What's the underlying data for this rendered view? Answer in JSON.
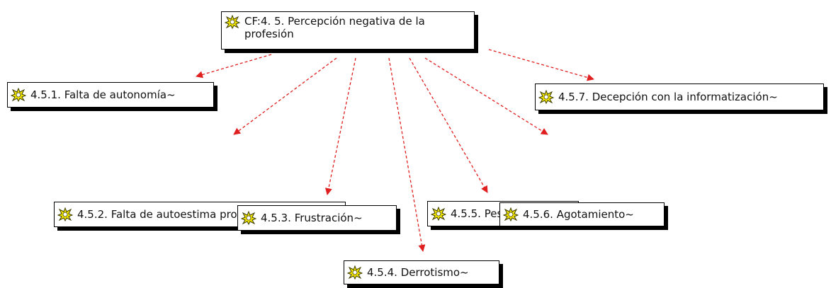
{
  "diagram": {
    "root": {
      "id": "root",
      "label": "CF:4. 5. Percepción negativa de la profesión",
      "icon": "family-code-icon"
    },
    "children": [
      {
        "id": "n1",
        "label": "4.5.1. Falta de autonomía~",
        "icon": "code-icon"
      },
      {
        "id": "n2",
        "label": "4.5.2. Falta de autoestima profesional~",
        "icon": "code-icon"
      },
      {
        "id": "n3",
        "label": "4.5.3. Frustración~",
        "icon": "code-icon"
      },
      {
        "id": "n4",
        "label": "4.5.4. Derrotismo~",
        "icon": "code-icon"
      },
      {
        "id": "n5",
        "label": "4.5.5. Pesimismo~",
        "icon": "code-icon"
      },
      {
        "id": "n6",
        "label": "4.5.6. Agotamiento~",
        "icon": "code-icon"
      },
      {
        "id": "n7",
        "label": "4.5.7. Decepción con la informatización~",
        "icon": "code-icon"
      }
    ],
    "edge_style": "dashed-arrow",
    "colors": {
      "edge": "#e02020",
      "icon_fill": "#f2e600",
      "icon_stroke": "#3a3a00",
      "node_border": "#000000",
      "node_shadow": "#000000"
    }
  }
}
